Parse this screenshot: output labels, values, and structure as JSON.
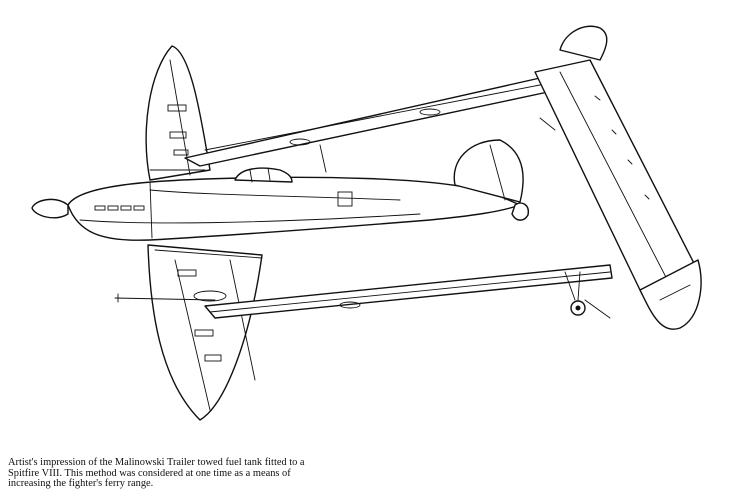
{
  "figure": {
    "subject": "line-drawing",
    "caption_lines": [
      "Artist's impression of the Malinowski Trailer towed fuel tank fitted to a",
      "Spitfire VIII. This method was considered at one time as a means of",
      "increasing the fighter's ferry range."
    ]
  },
  "colors": {
    "ink": "#111111",
    "paper": "#ffffff"
  }
}
